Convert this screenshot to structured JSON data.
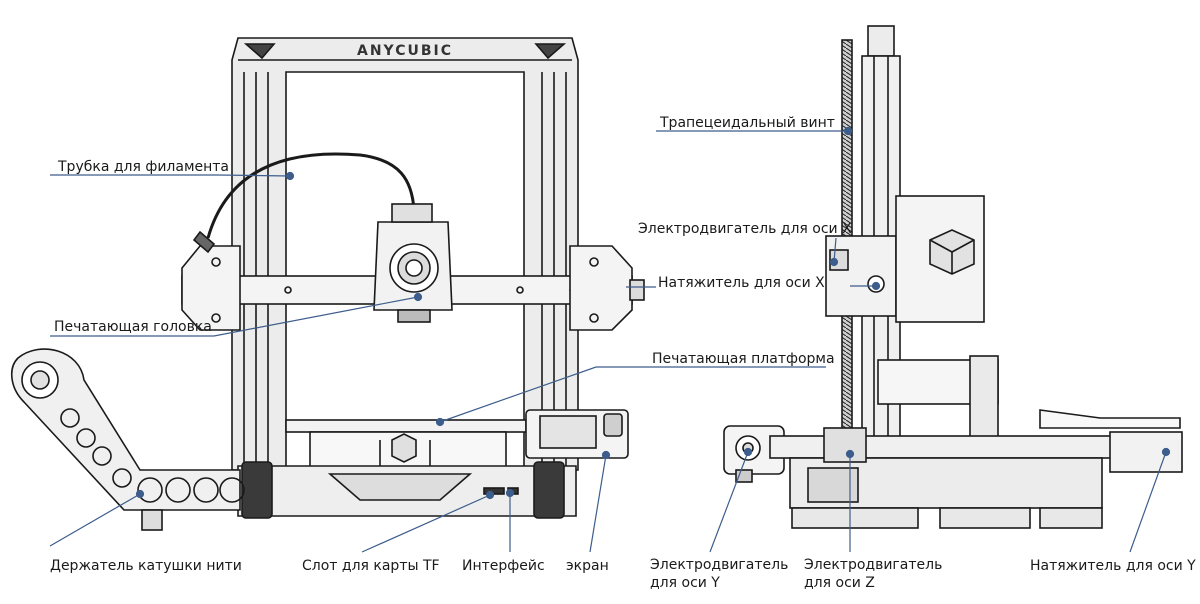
{
  "brand": "ANYCUBIC",
  "labels": {
    "filament_tube": "Трубка для филамента",
    "print_head": "Печатающая головка",
    "spool_holder": "Держатель катушки нити",
    "tf_slot": "Слот для карты TF",
    "interface": "Интерфейс",
    "screen": "экран",
    "print_platform": "Печатающая платформа",
    "trapezoid_screw": "Трапецеидальный винт",
    "x_motor": "Электродвигатель для оси X",
    "x_tensioner": "Натяжитель для оси X",
    "y_motor_line1": "Электродвигатель",
    "y_motor_line2": "для оси Y",
    "z_motor_line1": "Электродвигатель",
    "z_motor_line2": "для оси Z",
    "y_tensioner": "Натяжитель для оси Y"
  },
  "colors": {
    "leader": "#3d5d8c",
    "outline": "#1a1a1a",
    "frame_fill": "#e6e6e6",
    "part_fill": "#f2f2f2"
  }
}
